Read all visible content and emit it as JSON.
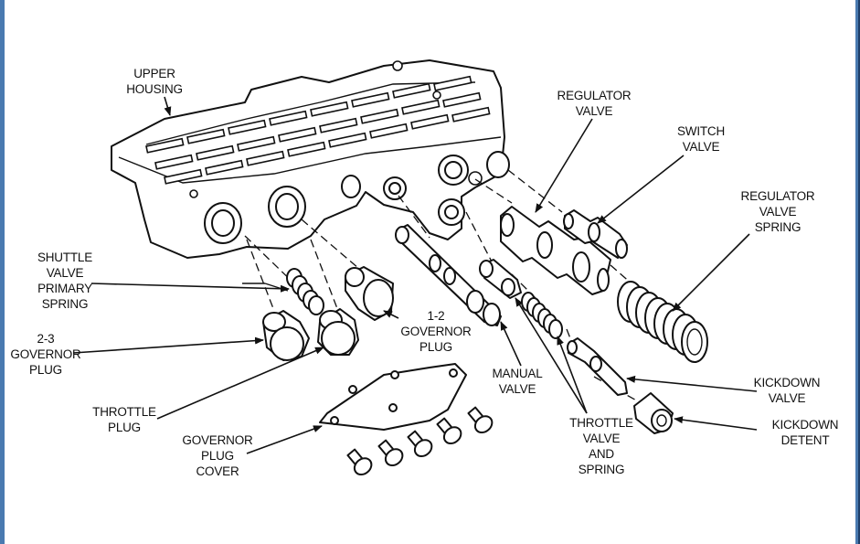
{
  "labels": {
    "upper_housing": "UPPER\nHOUSING",
    "regulator_valve": "REGULATOR\nVALVE",
    "switch_valve": "SWITCH\nVALVE",
    "regulator_valve_spring": "REGULATOR\nVALVE\nSPRING",
    "shuttle_valve_primary_spring": "SHUTTLE\nVALVE\nPRIMARY\nSPRING",
    "governor_plug_2_3": "2-3\nGOVERNOR\nPLUG",
    "governor_plug_1_2": "1-2\nGOVERNOR\nPLUG",
    "throttle_plug": "THROTTLE\nPLUG",
    "governor_plug_cover": "GOVERNOR\nPLUG\nCOVER",
    "manual_valve": "MANUAL\nVALVE",
    "throttle_valve_and_spring": "THROTTLE\nVALVE\nAND\nSPRING",
    "kickdown_valve": "KICKDOWN\nVALVE",
    "kickdown_detent": "KICKDOWN\nDETENT"
  },
  "colors": {
    "frame": "#4a7ab0",
    "ink": "#111111",
    "background": "#ffffff"
  }
}
